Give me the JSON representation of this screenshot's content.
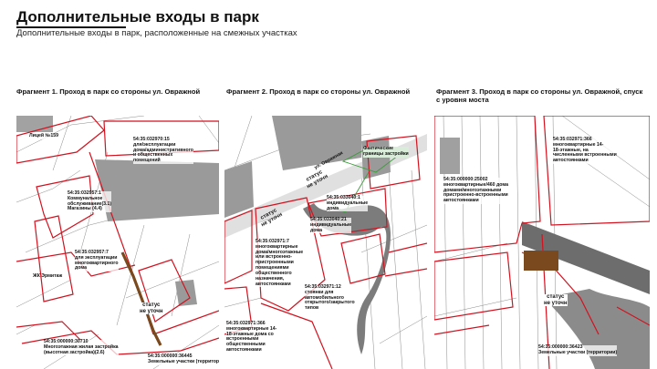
{
  "header": {
    "title": "Дополнительные входы в парк",
    "subtitle": "Дополнительные входы в парк, расположенные на смежных участках"
  },
  "colors": {
    "parcel_line": "#d2121f",
    "building": "#9a9a9a",
    "cadastral_lines": "#8a8a8a",
    "bridge": "#6d6d6d",
    "path": "#7a4a1e",
    "green": "#3c9a3c"
  },
  "fragments": [
    {
      "label": "Фрагмент 1. Проход в парк со стороны ул. Овражной",
      "labels": {
        "school": "Лицей №159",
        "p15": "54:35:032970:15\nдля/эксплуатации\nдома/административного\nи общественных\nпомещений",
        "p1": "54:35:032957:1\nКоммунальное\nобслуживание(3.1)\nМагазины (4.4)",
        "p7": "54:35:032957:7\nдля эксплуатации\nмногоквартирного\nдома",
        "ermitazh": "ЖК Эрмитаж",
        "p30710": "54:35:000000:30710\nМногоэтажная жилая застройка\n(высотная застройка)(2.6)",
        "p36445": "54:35:000000:36445\nЗемельные участки (территории)"
      },
      "status": "статус\nне уточн"
    },
    {
      "label": "Фрагмент 2. Проход в парк со стороны ул. Овражной",
      "labels": {
        "street": "ул. Овражная",
        "fact": "Фактические\nграницы застройки",
        "p33040_1": "54:35:033040:1\nиндивидуальные\nдома",
        "p33040_21": "54:35:033040:21\nиндивидуальные\nдома",
        "p32971_7": "54:35:032971:7\nмногоквартирные\nдома/многоэтажные\nили встроенно-\nпристроенными\nпомещениями\nобщественного\nназначения,\nавтостоянками",
        "p32971_12": "54:35:032971:12\nстоянки для\nавтомобильного\nоткрытого/закрытого\nтипов",
        "p32971_366": "54:35:032971:366\nмногоквартирные 14-\n18-этажные дома со\nвстроенными\nобщественными\nавтостоянками",
        "status_a": "статус\nне уточн",
        "status_b": "статус\nне уточн"
      }
    },
    {
      "label": "Фрагмент 3. Проход в парк со стороны ул. Овражной, спуск с уровня моста",
      "labels": {
        "p32971_366": "54:35:032971:366\nмногоквартирные 14-\n18-этажные, на\nчисленными встроенными\nавтостоянками",
        "p25002": "54:35:000000:25002\nмногоквартирные/460 дома\nдомами/многоэтажными\nпристроенно-встроенными\nавтостоянками",
        "p36423": "54:35:000000:36423\nЗемельные участки (территории)"
      },
      "status": "статус\nне уточн"
    }
  ]
}
